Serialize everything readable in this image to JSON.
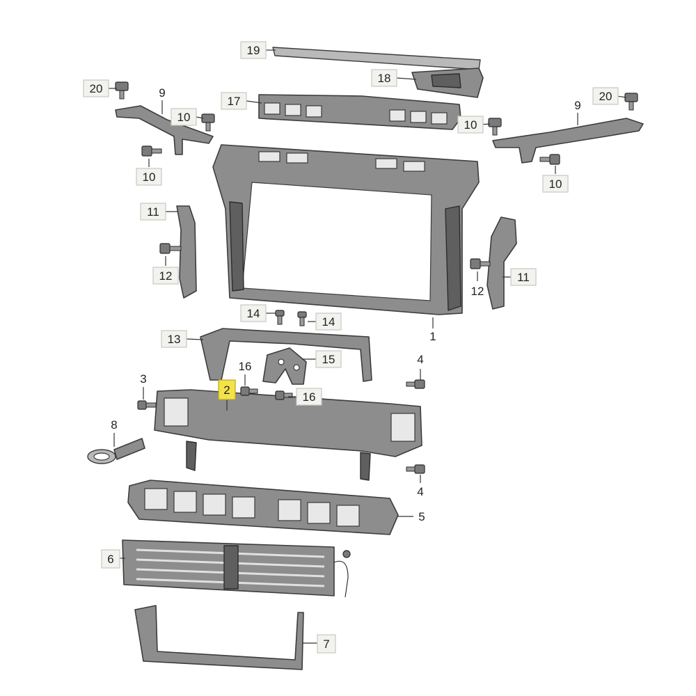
{
  "callouts": {
    "c1": "1",
    "c2": "2",
    "c3": "3",
    "c4a": "4",
    "c4b": "4",
    "c5": "5",
    "c6": "6",
    "c7": "7",
    "c8": "8",
    "c9a": "9",
    "c9b": "9",
    "c10a": "10",
    "c10b": "10",
    "c10c": "10",
    "c10d": "10",
    "c11a": "11",
    "c11b": "11",
    "c12a": "12",
    "c12b": "12",
    "c13": "13",
    "c14a": "14",
    "c14b": "14",
    "c15": "15",
    "c16a": "16",
    "c16b": "16",
    "c17": "17",
    "c18": "18",
    "c19": "19",
    "c20a": "20",
    "c20b": "20"
  },
  "highlighted_callout": "2",
  "colors": {
    "highlight": "#f3e24a",
    "part_fill": "#8d8d8d",
    "outline": "#3c3c3c"
  }
}
